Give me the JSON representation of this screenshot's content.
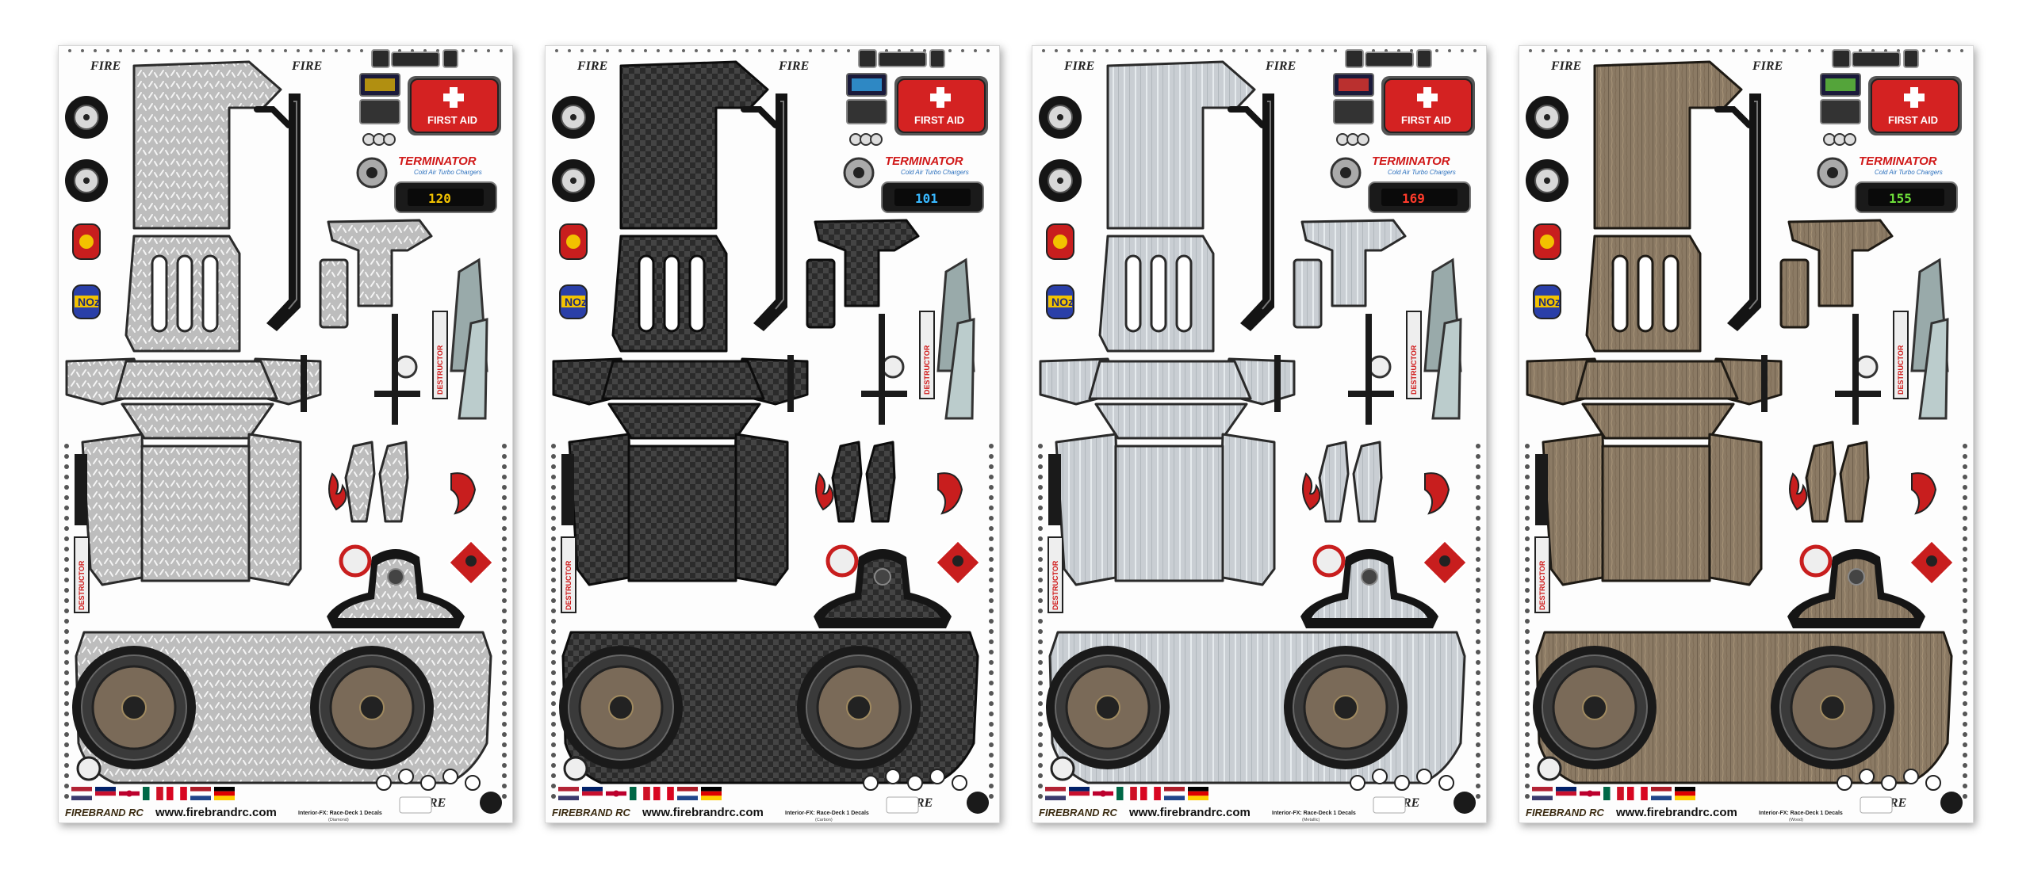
{
  "sheets": [
    {
      "variant_note": "(Diamond)",
      "finish": "diamond",
      "gauge_value": "120",
      "gauge_color": "#f2c200",
      "panel_fill": "#bdbdbd",
      "panel_stroke": "#2a2a2a",
      "pattern_color": "#f5f5f5"
    },
    {
      "variant_note": "(Carbon)",
      "finish": "carbon",
      "gauge_value": "101",
      "gauge_color": "#38b8ff",
      "panel_fill": "#2b2b2b",
      "panel_stroke": "#0c0c0c",
      "pattern_color": "#444444"
    },
    {
      "variant_note": "(Metallic)",
      "finish": "metal",
      "gauge_value": "169",
      "gauge_color": "#ff3b2b",
      "panel_fill": "#c9ced3",
      "panel_stroke": "#2a2a2a",
      "pattern_color": "#eef2f5"
    },
    {
      "variant_note": "(Wood)",
      "finish": "wood",
      "gauge_value": "155",
      "gauge_color": "#6ee03a",
      "panel_fill": "#8b7a64",
      "panel_stroke": "#1e1a14",
      "pattern_color": "#6e5f4c"
    }
  ],
  "common": {
    "brand_name": "FIREBRAND RC",
    "website": "www.firebrandrc.com",
    "product_line": "Interior-FX: Race-Deck 1 Decals",
    "first_aid": "FIRST AID",
    "terminator_title": "TERMINATOR",
    "terminator_sub": "Cold Air Turbo Chargers",
    "noz_label": "NOz",
    "destructor_label": "DESTRUCTOR",
    "logo_text": "FIRE",
    "flags": [
      "us",
      "uk",
      "jp",
      "mx",
      "ca",
      "nl",
      "de"
    ]
  },
  "colors": {
    "aid_red": "#d42222",
    "flame_red": "#c81e1e",
    "speaker_outer": "#1a1a1a",
    "speaker_inner": "#7a6a58"
  }
}
